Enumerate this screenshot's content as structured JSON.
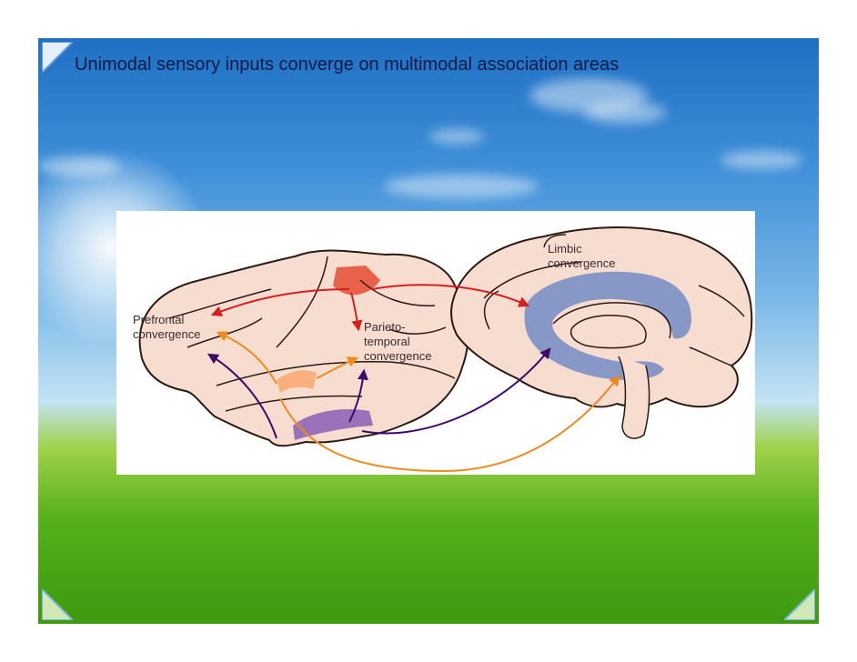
{
  "slide": {
    "title": "Unimodal sensory inputs converge on multimodal association areas"
  },
  "diagram": {
    "labels": {
      "prefrontal": [
        "Prefrontal",
        "convergence"
      ],
      "parieto_temporal": [
        "Parieto-",
        "temporal",
        "convergence"
      ],
      "limbic": [
        "Limbic",
        "convergence"
      ]
    },
    "colors": {
      "brain_fill": "#f6ddd0",
      "outline": "#2a1a14",
      "red_arrow": "#d81e1e",
      "orange_arrow": "#ee8a1e",
      "purple_arrow": "#3d0a6a",
      "limbic_band": "#8798c6",
      "red_region": "#e8624a",
      "orange_region": "#f8b07c",
      "purple_region": "#9b72ba"
    },
    "icons": [
      "top-left-corner-icon",
      "bottom-left-corner-icon",
      "bottom-right-corner-icon"
    ]
  }
}
